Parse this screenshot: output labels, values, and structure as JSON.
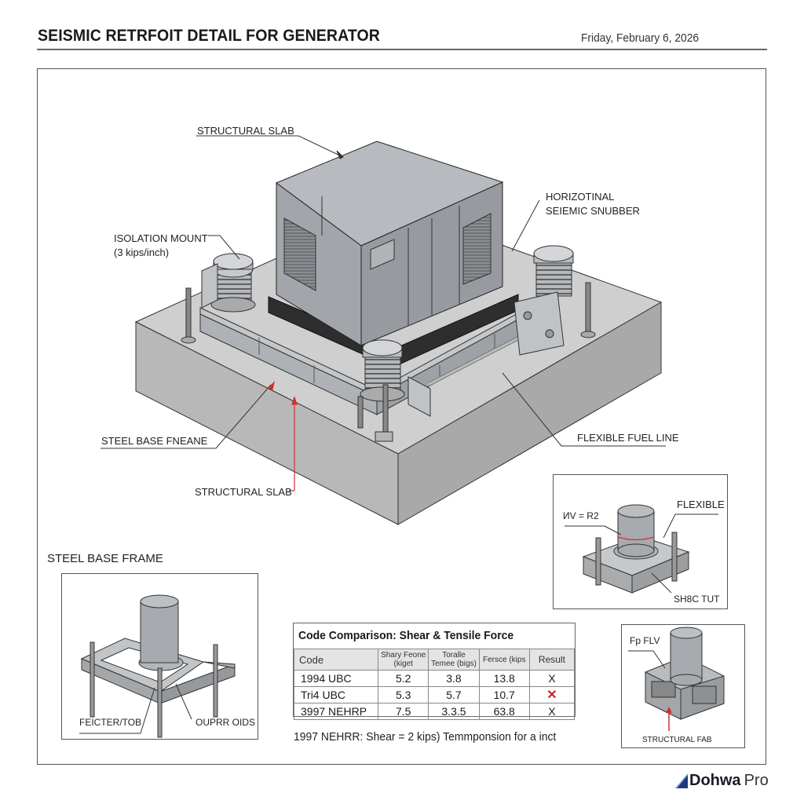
{
  "header": {
    "title": "SEISMIC RETRFOIT DETAIL FOR GENERATOR",
    "date": "Friday, February 6, 2026"
  },
  "main_diagram": {
    "labels": {
      "structural_slab_top": "STRUCTURAL SLAB",
      "snubber_line1": "HORIZOTINAL",
      "snubber_line2": "SEIEMIC SNUBBER",
      "isolation_mount_line1": "ISOLATION MOUNT",
      "isolation_mount_line2": "(3 kips/inch)",
      "steel_base_frame": "STEEL BASE FNEANE",
      "structural_slab_bottom": "STRUCTURAL SLAB",
      "flexible_fuel_line": "FLEXIBLE FUEL LINE"
    },
    "colors": {
      "concrete": "#c9c9c9",
      "generator": "#9da2a8",
      "frame": "#3a3a3a",
      "callout_red": "#d03030"
    }
  },
  "inset_right_top": {
    "label_formula": "ИV = R2",
    "label_flexible": "FLEXIBLE",
    "label_bottom": "SH8C TUT"
  },
  "inset_left": {
    "heading": "STEEL BASE FRAME",
    "label_left": "FEICTER/TOB",
    "label_right": "OUPRR OIDS"
  },
  "inset_right_bottom": {
    "label_top": "Fp FLV",
    "label_bottom": "STRUCTURAL FAB"
  },
  "table": {
    "title": "Code Comparison: Shear & Tensile Force",
    "headers": [
      "Code",
      "Shary Feone (kiget",
      "Toralle Temee (bigs)",
      "Fersce (kips",
      "Result"
    ],
    "rows": [
      {
        "code": "1994 UBC",
        "shear": "5.2",
        "tensile": "3.8",
        "force": "13.8",
        "result": "X",
        "result_status": "neutral"
      },
      {
        "code": "Tri4 UBC",
        "shear": "5.3",
        "tensile": "5.7",
        "force": "10.7",
        "result": "✕",
        "result_status": "fail"
      },
      {
        "code": "3997 NEHRP",
        "shear": "7.5",
        "tensile": "3.3.5",
        "force": "63.8",
        "result": "X",
        "result_status": "neutral"
      }
    ],
    "footnote": "1997 NEHRR: Shear = 2 kips) Temmponsion for a inct"
  },
  "branding": {
    "name": "Dohwa",
    "suffix": "Pro",
    "logo_color": "#1e3a7a"
  }
}
